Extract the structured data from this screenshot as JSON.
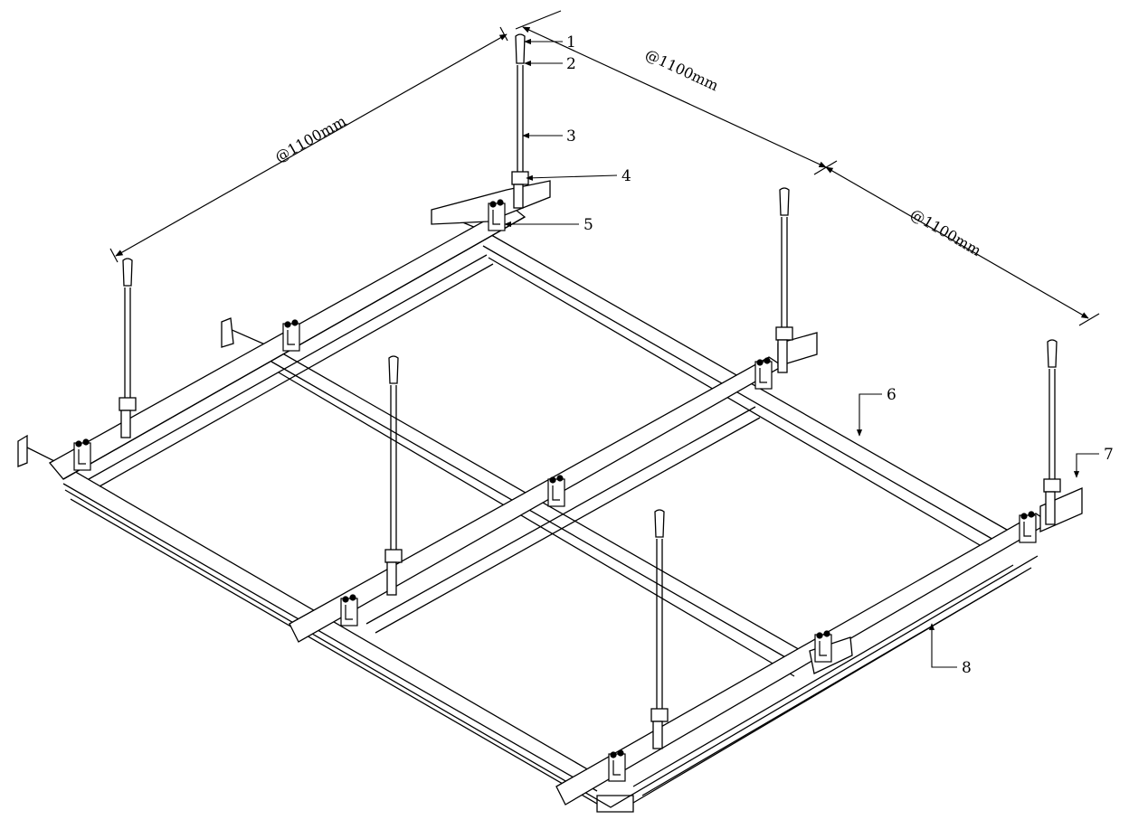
{
  "dimensions": {
    "left_span": "@1100mm",
    "top_span": "@1100mm",
    "right_span": "@1100mm"
  },
  "callouts": [
    "1",
    "2",
    "3",
    "4",
    "5",
    "6",
    "7",
    "8"
  ],
  "colors": {
    "stroke": "#000000",
    "background": "#ffffff"
  }
}
